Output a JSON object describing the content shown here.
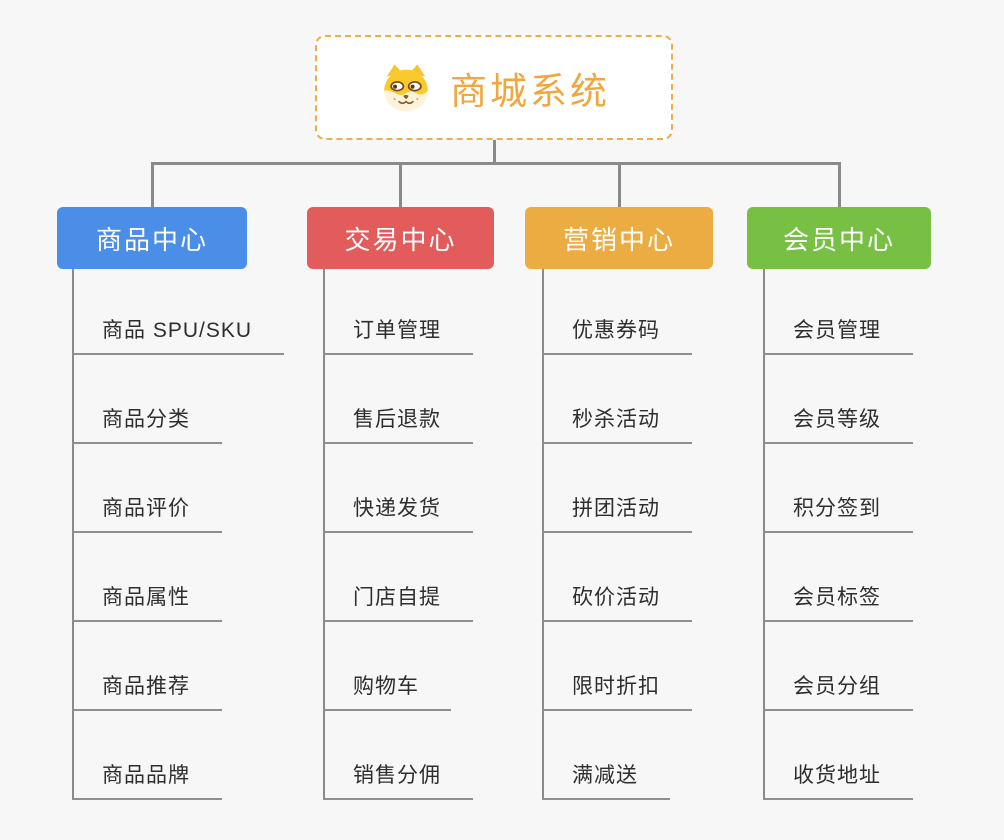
{
  "page": {
    "title": "商城系统"
  },
  "colors": {
    "background": "#f7f7f7",
    "connector": "#8a8a8a",
    "underline": "#8f8f8f",
    "item_text": "#2e2e2e",
    "root_accent": "#f0a73f",
    "root_border": "#f0ac4a",
    "root_background": "#ffffff"
  },
  "root": {
    "title": "商城系统",
    "icon": "dog-face-icon"
  },
  "branches": [
    {
      "id": "product-center",
      "label": "商品中心",
      "color": "#4a8ee8",
      "items": [
        "商品 SPU/SKU",
        "商品分类",
        "商品评价",
        "商品属性",
        "商品推荐",
        "商品品牌"
      ]
    },
    {
      "id": "trade-center",
      "label": "交易中心",
      "color": "#e35c5c",
      "items": [
        "订单管理",
        "售后退款",
        "快递发货",
        "门店自提",
        "购物车",
        "销售分佣"
      ]
    },
    {
      "id": "marketing-center",
      "label": "营销中心",
      "color": "#ebac41",
      "items": [
        "优惠券码",
        "秒杀活动",
        "拼团活动",
        "砍价活动",
        "限时折扣",
        "满减送"
      ]
    },
    {
      "id": "member-center",
      "label": "会员中心",
      "color": "#77c044",
      "items": [
        "会员管理",
        "会员等级",
        "积分签到",
        "会员标签",
        "会员分组",
        "收货地址"
      ]
    }
  ]
}
